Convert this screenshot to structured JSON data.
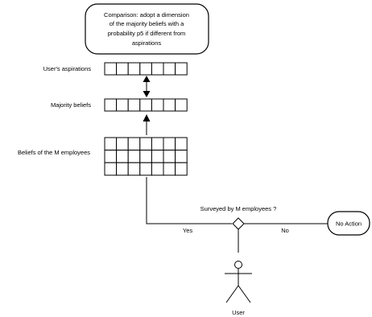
{
  "comparison_box": {
    "lines": [
      "Comparison: adopt a dimension",
      "of the majority beliefs with a",
      "probability p5 if different from",
      "aspirations"
    ]
  },
  "labels": {
    "user_aspirations": "User's aspirations",
    "majority_beliefs": "Majority beliefs",
    "employee_beliefs": "Beliefs of the M employees"
  },
  "decision": {
    "question": "Surveyed by M employees ?",
    "yes_label": "Yes",
    "no_label": "No"
  },
  "no_action_label": "No Action",
  "actor_label": "User"
}
